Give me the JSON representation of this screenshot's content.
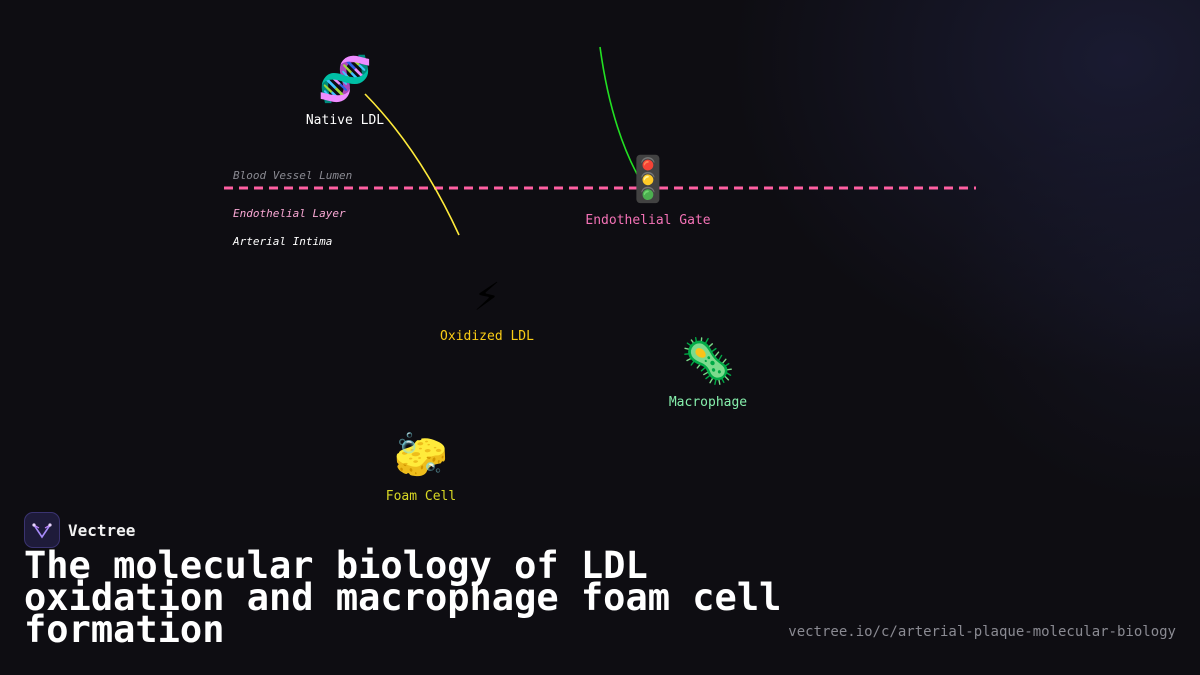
{
  "diagram": {
    "nodes": [
      {
        "id": "native-ldl",
        "icon": "🧬",
        "icon_name": "dna-icon",
        "label": "Native LDL",
        "color": "#ffffff"
      },
      {
        "id": "endothelial-gate",
        "icon": "🚦",
        "icon_name": "traffic-light-icon",
        "label": "Endothelial Gate",
        "color": "#f472b6"
      },
      {
        "id": "oxidized-ldl",
        "icon": "⚡",
        "icon_name": "lightning-icon",
        "label": "Oxidized LDL",
        "color": "#facc15"
      },
      {
        "id": "macrophage",
        "icon": "🦠",
        "icon_name": "microbe-icon",
        "label": "Macrophage",
        "color": "#86efac"
      },
      {
        "id": "foam-cell",
        "icon": "🧽",
        "icon_name": "sponge-icon",
        "label": "Foam Cell",
        "color": "#d9d924"
      }
    ],
    "zones": [
      {
        "label": "Blood Vessel Lumen",
        "color": "#8a8a92"
      },
      {
        "label": "Endothelial Layer",
        "color": "#f9a8d4"
      },
      {
        "label": "Arterial Intima",
        "color": "#ffffff"
      }
    ],
    "connectors": [
      {
        "from": "native-ldl",
        "to": "oxidized-ldl",
        "color": "#ffeb3b"
      },
      {
        "from": "endothelial-gate",
        "to": "top",
        "color": "#22e022"
      }
    ],
    "barrier_color": "#ff5fa2"
  },
  "brand": {
    "name": "Vectree",
    "accent": "#7c3aed"
  },
  "title": "The molecular biology of LDL oxidation and macrophage foam cell formation",
  "url": "vectree.io/c/arterial-plaque-molecular-biology"
}
